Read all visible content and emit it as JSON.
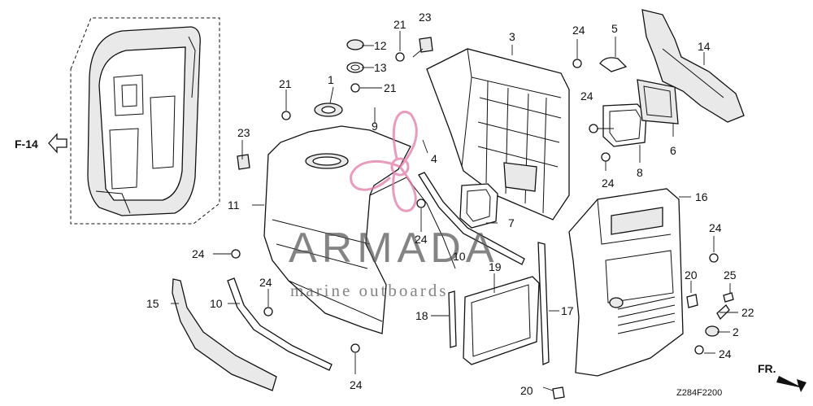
{
  "diagram": {
    "callouts": [
      {
        "id": "c1",
        "text": "1"
      },
      {
        "id": "c2",
        "text": "2"
      },
      {
        "id": "c3",
        "text": "3"
      },
      {
        "id": "c4",
        "text": "4"
      },
      {
        "id": "c5",
        "text": "5"
      },
      {
        "id": "c6",
        "text": "6"
      },
      {
        "id": "c7",
        "text": "7"
      },
      {
        "id": "c8",
        "text": "8"
      },
      {
        "id": "c9",
        "text": "9"
      },
      {
        "id": "c10a",
        "text": "10"
      },
      {
        "id": "c10b",
        "text": "10"
      },
      {
        "id": "c11",
        "text": "11"
      },
      {
        "id": "c12",
        "text": "12"
      },
      {
        "id": "c13",
        "text": "13"
      },
      {
        "id": "c14",
        "text": "14"
      },
      {
        "id": "c15",
        "text": "15"
      },
      {
        "id": "c16",
        "text": "16"
      },
      {
        "id": "c17",
        "text": "17"
      },
      {
        "id": "c18",
        "text": "18"
      },
      {
        "id": "c19",
        "text": "19"
      },
      {
        "id": "c20a",
        "text": "20"
      },
      {
        "id": "c20b",
        "text": "20"
      },
      {
        "id": "c21a",
        "text": "21"
      },
      {
        "id": "c21b",
        "text": "21"
      },
      {
        "id": "c21c",
        "text": "21"
      },
      {
        "id": "c22",
        "text": "22"
      },
      {
        "id": "c23a",
        "text": "23"
      },
      {
        "id": "c23b",
        "text": "23"
      },
      {
        "id": "c24a",
        "text": "24"
      },
      {
        "id": "c24b",
        "text": "24"
      },
      {
        "id": "c24c",
        "text": "24"
      },
      {
        "id": "c24d",
        "text": "24"
      },
      {
        "id": "c24e",
        "text": "24"
      },
      {
        "id": "c24f",
        "text": "24"
      },
      {
        "id": "c24g",
        "text": "24"
      },
      {
        "id": "c24h",
        "text": "24"
      },
      {
        "id": "c24i",
        "text": "24"
      },
      {
        "id": "c25",
        "text": "25"
      }
    ],
    "reference_label": "F-14",
    "direction_label": "FR.",
    "diagram_code": "Z284F2200"
  },
  "watermark": {
    "brand": "ARMADA",
    "tagline": "marine outboards",
    "logo_color": "#e27aa8"
  }
}
